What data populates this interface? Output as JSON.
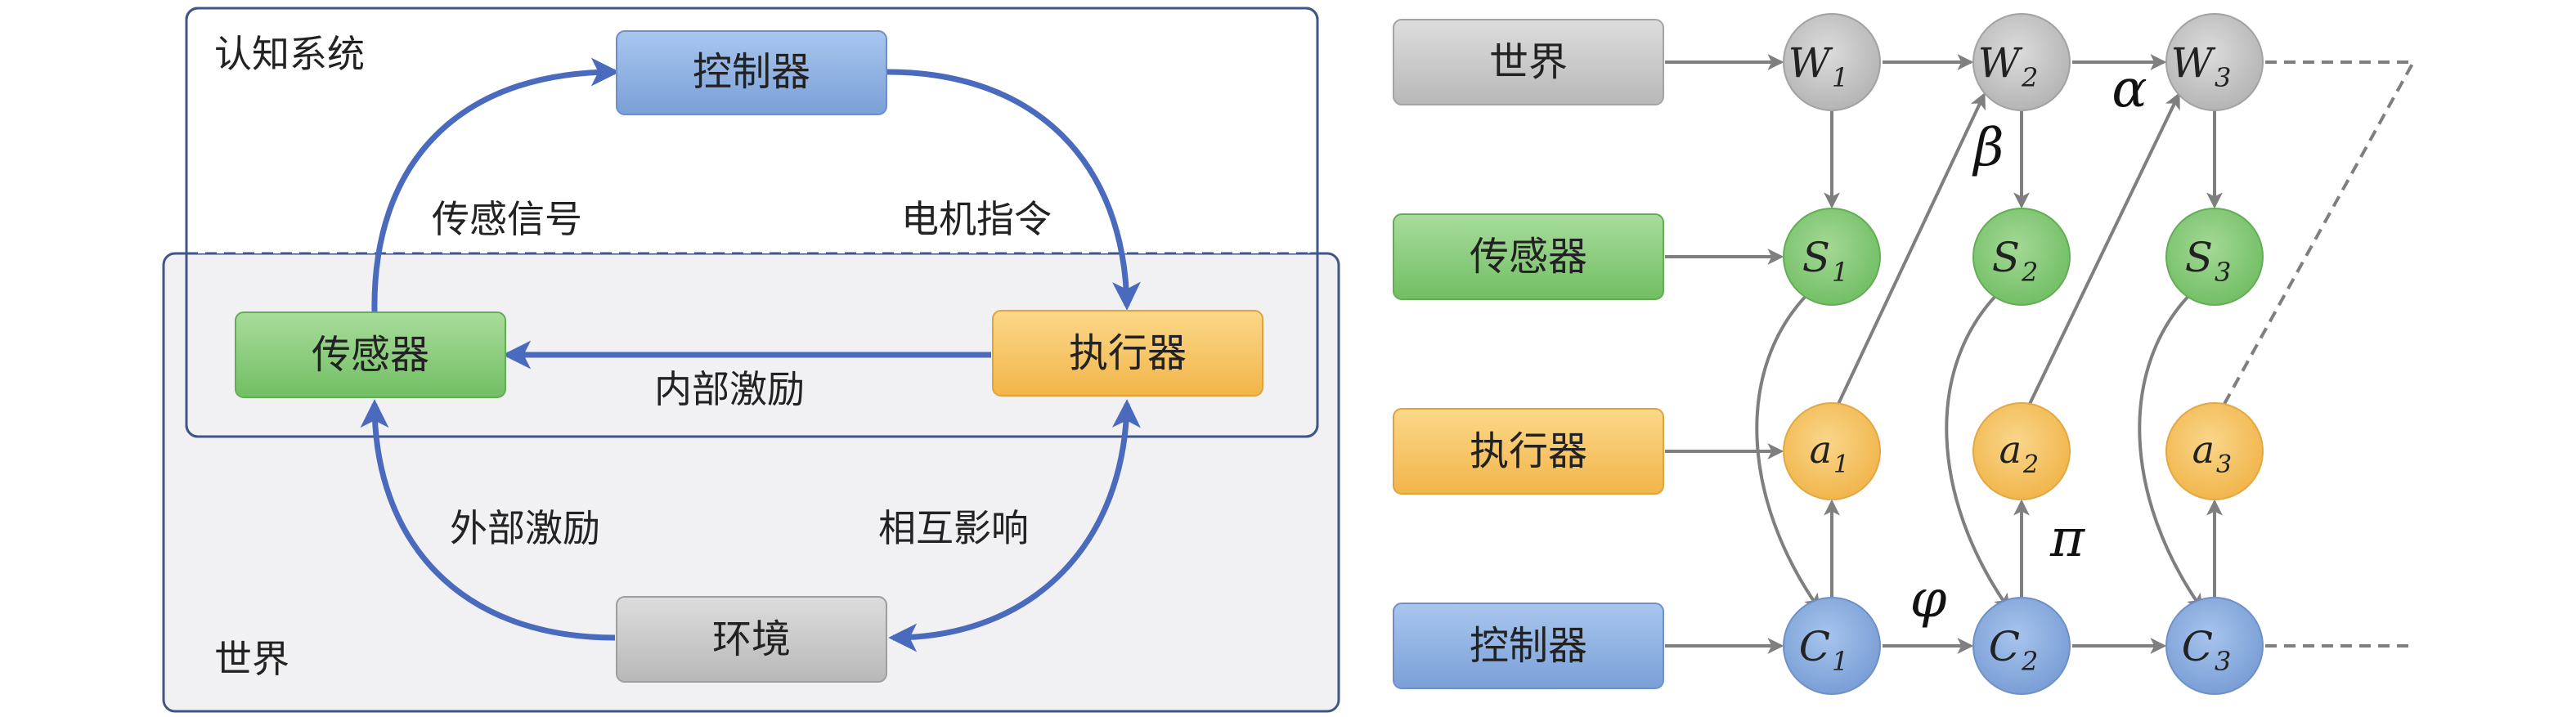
{
  "left": {
    "regions": {
      "cognition": "认知系统",
      "world": "世界"
    },
    "boxes": {
      "controller": "控制器",
      "sensor": "传感器",
      "actuator": "执行器",
      "environment": "环境"
    },
    "edges": {
      "sensor_signal": "传感信号",
      "motor_command": "电机指令",
      "internal_stimulus": "内部激励",
      "external_stimulus": "外部激励",
      "interaction": "相互影响"
    }
  },
  "right": {
    "row_labels": {
      "world": "世界",
      "sensor": "传感器",
      "actuator": "执行器",
      "controller": "控制器"
    },
    "world_nodes": [
      {
        "sym": "W",
        "sub": "1"
      },
      {
        "sym": "W",
        "sub": "2"
      },
      {
        "sym": "W",
        "sub": "3"
      }
    ],
    "sensor_nodes": [
      {
        "sym": "S",
        "sub": "1"
      },
      {
        "sym": "S",
        "sub": "2"
      },
      {
        "sym": "S",
        "sub": "3"
      }
    ],
    "actuator_nodes": [
      {
        "sym": "a",
        "sub": "1"
      },
      {
        "sym": "a",
        "sub": "2"
      },
      {
        "sym": "a",
        "sub": "3"
      }
    ],
    "controller_nodes": [
      {
        "sym": "C",
        "sub": "1"
      },
      {
        "sym": "C",
        "sub": "2"
      },
      {
        "sym": "C",
        "sub": "3"
      }
    ],
    "greek": {
      "alpha": "α",
      "beta": "β",
      "phi": "φ",
      "pi": "π"
    }
  },
  "colors": {
    "blue_arrow": "#4a6bbd",
    "gray_arrow": "#7f7f7f",
    "controller_fill": "#8fb3e2",
    "sensor_fill": "#8ccf7e",
    "actuator_fill": "#f6c56b",
    "world_fill": "#c8c8c8",
    "frame_stroke": "#3f5687"
  }
}
